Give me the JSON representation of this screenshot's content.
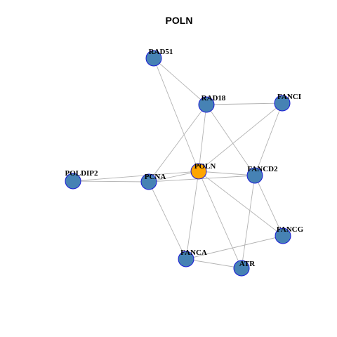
{
  "title": "POLN",
  "colors": {
    "node_default": "#4682b4",
    "node_center": "#ffa500",
    "node_border": "#1a1ad6",
    "edge": "#b3b3b3"
  },
  "nodes": [
    {
      "id": "POLN",
      "label": "POLN",
      "center": true
    },
    {
      "id": "RAD51",
      "label": "RAD51",
      "center": false
    },
    {
      "id": "RAD18",
      "label": "RAD18",
      "center": false
    },
    {
      "id": "FANCI",
      "label": "FANCI",
      "center": false
    },
    {
      "id": "POLDIP2",
      "label": "POLDIP2",
      "center": false
    },
    {
      "id": "PCNA",
      "label": "PCNA",
      "center": false
    },
    {
      "id": "FANCD2",
      "label": "FANCD2",
      "center": false
    },
    {
      "id": "FANCG",
      "label": "FANCG",
      "center": false
    },
    {
      "id": "FANCA",
      "label": "FANCA",
      "center": false
    },
    {
      "id": "ATR",
      "label": "ATR",
      "center": false
    }
  ],
  "edges": [
    [
      "RAD51",
      "RAD18"
    ],
    [
      "RAD51",
      "POLN"
    ],
    [
      "RAD18",
      "FANCI"
    ],
    [
      "RAD18",
      "POLN"
    ],
    [
      "RAD18",
      "PCNA"
    ],
    [
      "RAD18",
      "FANCD2"
    ],
    [
      "FANCI",
      "POLN"
    ],
    [
      "FANCI",
      "FANCD2"
    ],
    [
      "POLDIP2",
      "PCNA"
    ],
    [
      "POLDIP2",
      "POLN"
    ],
    [
      "PCNA",
      "POLN"
    ],
    [
      "PCNA",
      "FANCD2"
    ],
    [
      "PCNA",
      "FANCA"
    ],
    [
      "POLN",
      "FANCD2"
    ],
    [
      "POLN",
      "FANCG"
    ],
    [
      "POLN",
      "FANCA"
    ],
    [
      "POLN",
      "ATR"
    ],
    [
      "FANCD2",
      "FANCG"
    ],
    [
      "FANCD2",
      "ATR"
    ],
    [
      "FANCG",
      "FANCA"
    ],
    [
      "FANCA",
      "ATR"
    ]
  ]
}
